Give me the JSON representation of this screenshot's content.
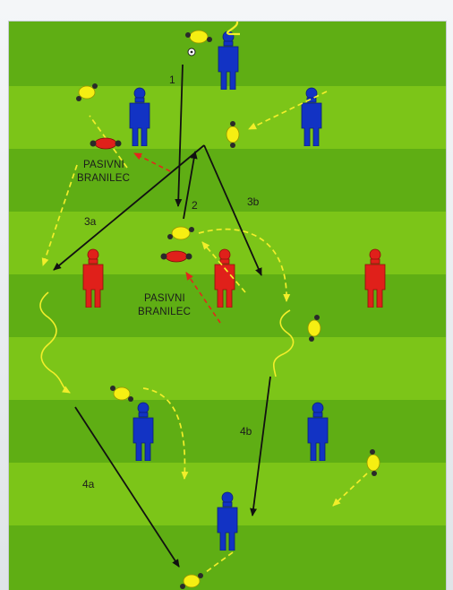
{
  "labels": {
    "step_1": "1",
    "step_2": "2",
    "step_2_top": "2",
    "step_3a": "3a",
    "step_3b": "3b",
    "step_4a": "4a",
    "step_4b": "4b",
    "defender_1_line1": "PASIVNI",
    "defender_1_line2": "BRANILEC",
    "defender_2_line1": "PASIVNI",
    "defender_2_line2": "BRANILEC"
  },
  "colors": {
    "grass_light": "#7cc518",
    "grass_dark": "#5fae14",
    "mannequin_blue": "#1233c4",
    "mannequin_red": "#e0201a",
    "player_yellow": "#f6ef12",
    "pass_line": "#111111",
    "run_line": "#f2ee2a",
    "defender_arrow": "#e3261c"
  },
  "icons": [
    "mannequin-icon",
    "player-icon",
    "ball-icon",
    "arrow-icon"
  ]
}
